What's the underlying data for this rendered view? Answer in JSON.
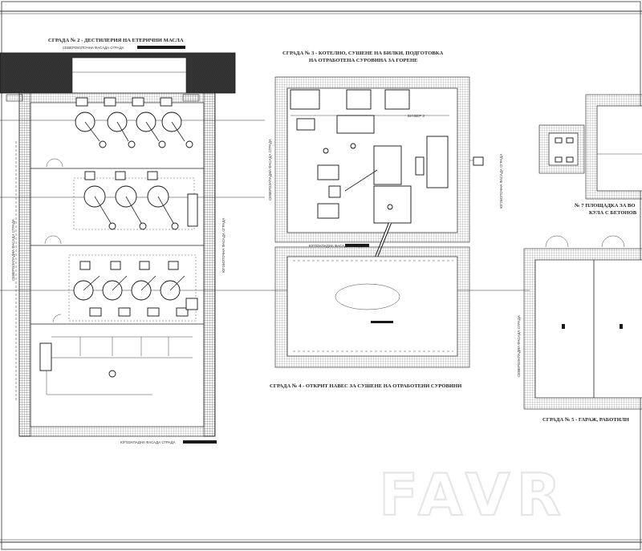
{
  "sheet": {
    "watermark": "FAVR"
  },
  "buildings": {
    "b2_title": "СГРАДА № 2 - ДЕСТИЛЕРИЯ НА ЕТЕРИЧНИ МАСЛА",
    "b2_facade_top": "СЕВЕРОИЗТОЧНА ФАСАДА СГРАДА",
    "b2_facade_left": "СЕВЕРОЗАПАДНА ФАСАДА СГРАДА",
    "b2_facade_right": "ЮГОИЗТОЧНА ФАСАДА СГРАДА",
    "b2_facade_bottom": "ЮГОЗАПАДНА ФАСАДА СГРАДА",
    "b3_title_line1": "СГРАДА № 3 - КОТЕЛНО, СУШЕНЕ НА БИЛКИ, ПОДГОТОВКА",
    "b3_title_line2": "НА ОТРАБОТЕНА СУРОВИНА ЗА ГОРЕНЕ",
    "b3_facade_bottom": "ЮГОЗАПАДНА ФАСАДА СГРАДА",
    "b3_facade_left": "СЕВЕРОЗАПАДНА ФАСАДА СГРАДА",
    "b3_facade_right": "ЮГОИЗТОЧНА ФАСАДА СГРАДА",
    "b3_room": "БУНКЕР 3",
    "b4_title": "СГРАДА № 4 - ОТКРИТ НАВЕС ЗА СУШЕНЕ НА ОТРАБОТЕНИ СУРОВИНИ",
    "b5_title": "СГРАДА № 5 - ГАРАЖ, РАБОТИЛН",
    "b5_facade_left": "СЕВЕРОЗАПАДНА ФАСАДА СГРАДА",
    "b7_title_line1": "№ 7 ПЛОЩАДКА ЗА ВО",
    "b7_title_line2": "КУЛА С БЕТОНОВ"
  }
}
